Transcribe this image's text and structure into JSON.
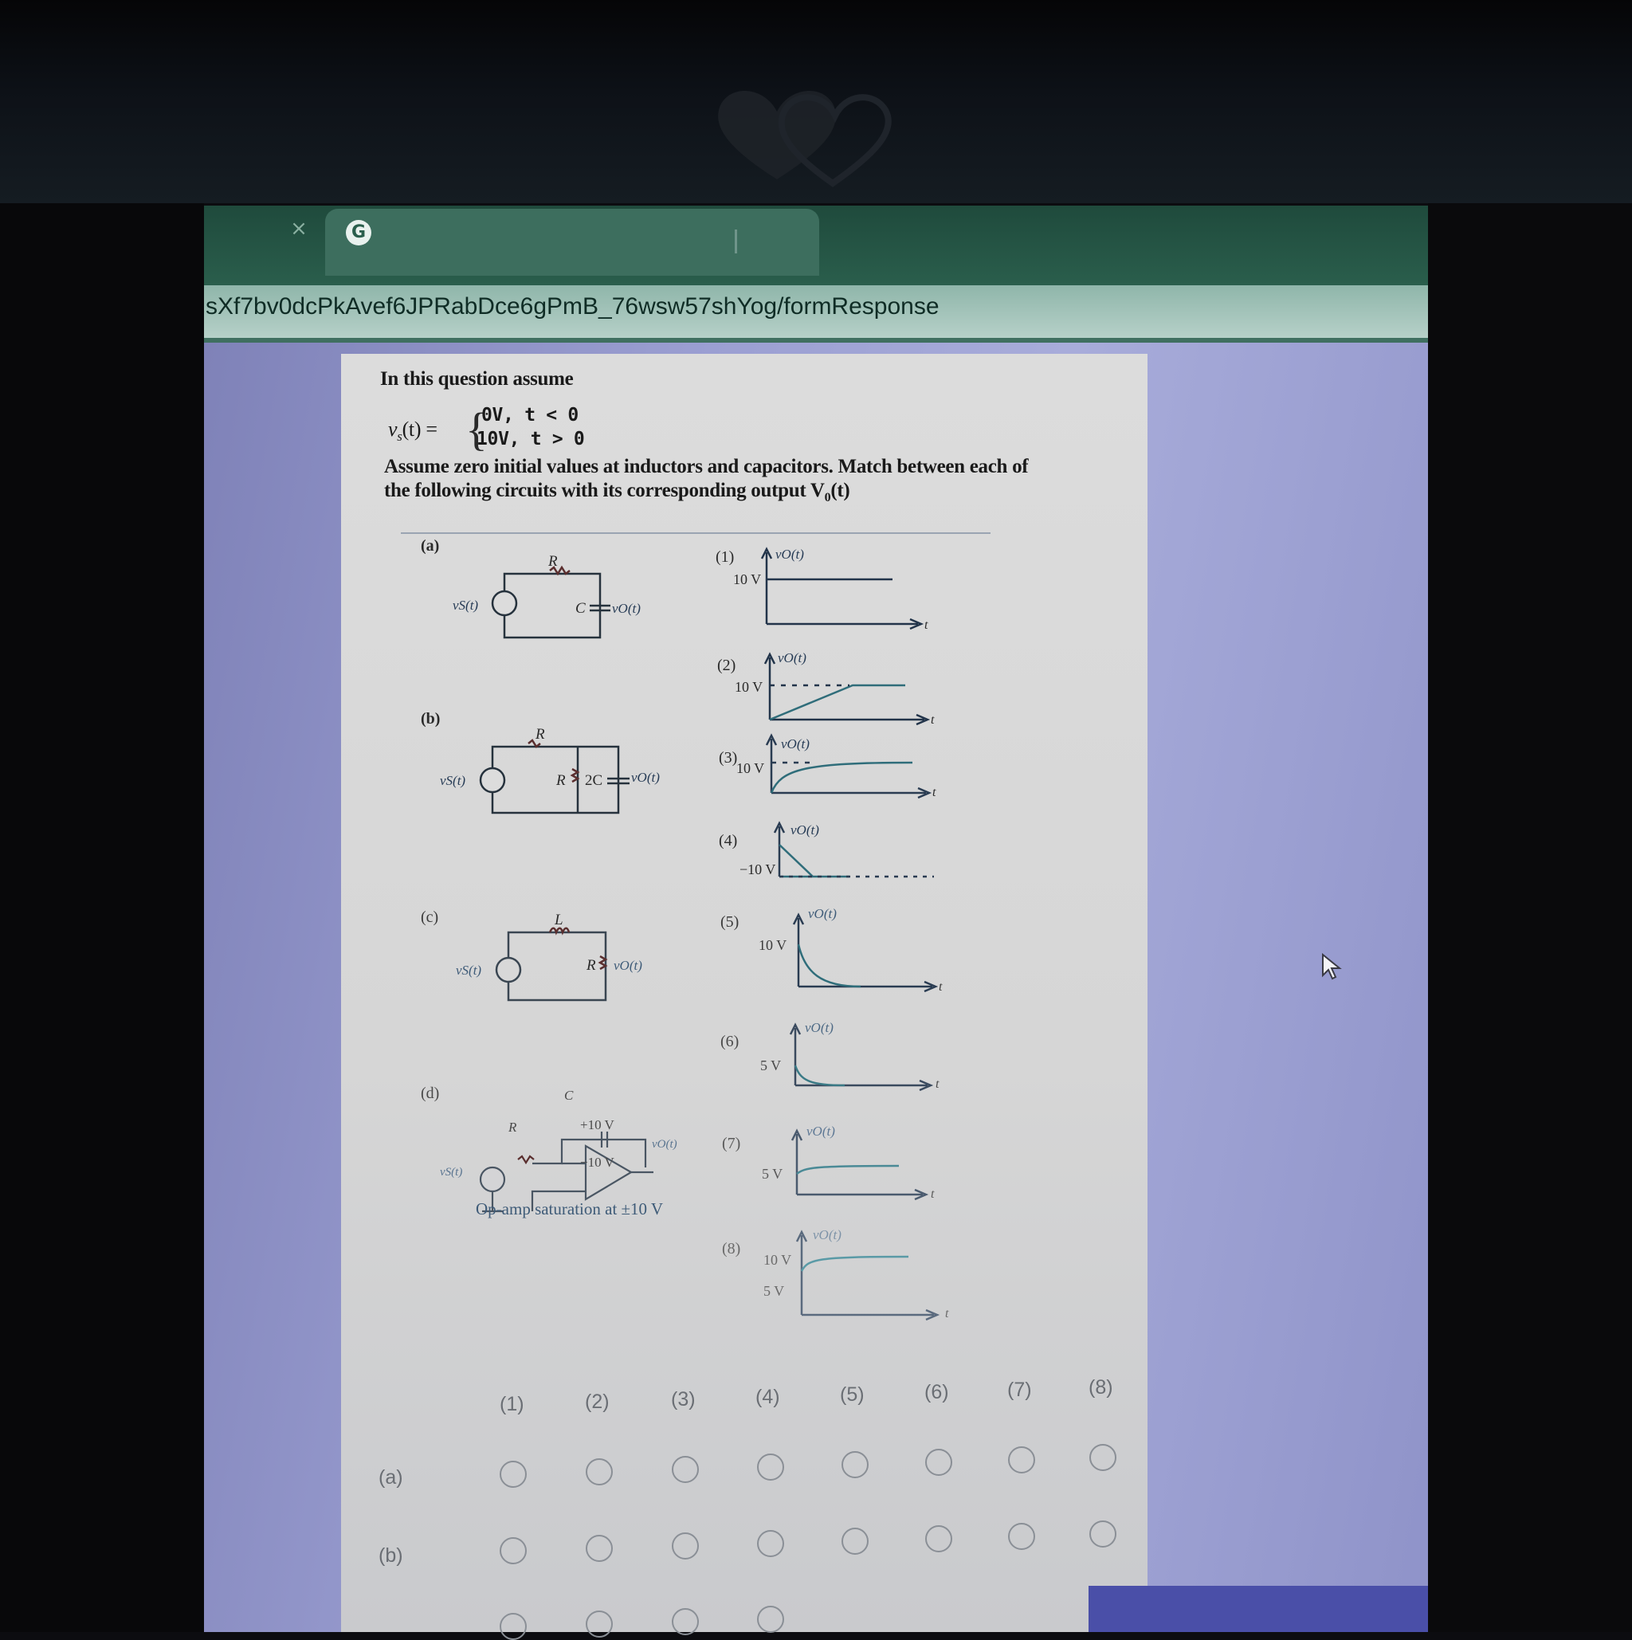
{
  "browser": {
    "url": "sXf7bv0dcPkAvef6JPRabDce6gPmB_76wsw57shYog/formResponse",
    "tab_close": "×",
    "tab_icon": "G"
  },
  "question": {
    "intro": "In this question assume",
    "vs_lhs": "v",
    "vs_sub": "s",
    "vs_arg": "(t) =",
    "case1": "0V,  t < 0",
    "case2": "10V,  t > 0",
    "line1": "Assume zero initial values at inductors and capacitors. Match between each of",
    "line2": "the following circuits with its corresponding output V",
    "line2_sub": "0",
    "line2_tail": "(t)"
  },
  "circuits": {
    "a_label": "(a)",
    "b_label": "(b)",
    "c_label": "(c)",
    "d_label": "(d)",
    "a_src": "vS(t)",
    "a_R": "R",
    "a_C": "C",
    "a_out": "vO(t)",
    "b_src": "vS(t)",
    "b_R": "R",
    "b_R2": "R",
    "b_C": "2C",
    "b_out": "vO(t)",
    "c_src": "vS(t)",
    "c_L": "L",
    "c_R": "R",
    "c_out": "vO(t)",
    "d_src": "vS(t)",
    "d_R": "R",
    "d_C": "C",
    "d_pos": "+10 V",
    "d_neg": "−10 V",
    "d_out": "vO(t)",
    "caption": "Op-amp saturation at ±10 V"
  },
  "outputs": {
    "o1": "(1)",
    "o2": "(2)",
    "o3": "(3)",
    "o4": "(4)",
    "o5": "(5)",
    "o6": "(6)",
    "o7": "(7)",
    "o8": "(8)",
    "vo": "vO(t)",
    "t": "t",
    "l1": "10 V",
    "l2": "10 V",
    "l3": "10 V",
    "l4": "−10 V",
    "l5": "10 V",
    "l6": "5 V",
    "l7": "5 V",
    "l8a": "10 V",
    "l8b": "5 V"
  },
  "matrix": {
    "columns": [
      "(1)",
      "(2)",
      "(3)",
      "(4)",
      "(5)",
      "(6)",
      "(7)",
      "(8)"
    ],
    "rows": [
      "(a)",
      "(b)"
    ]
  }
}
